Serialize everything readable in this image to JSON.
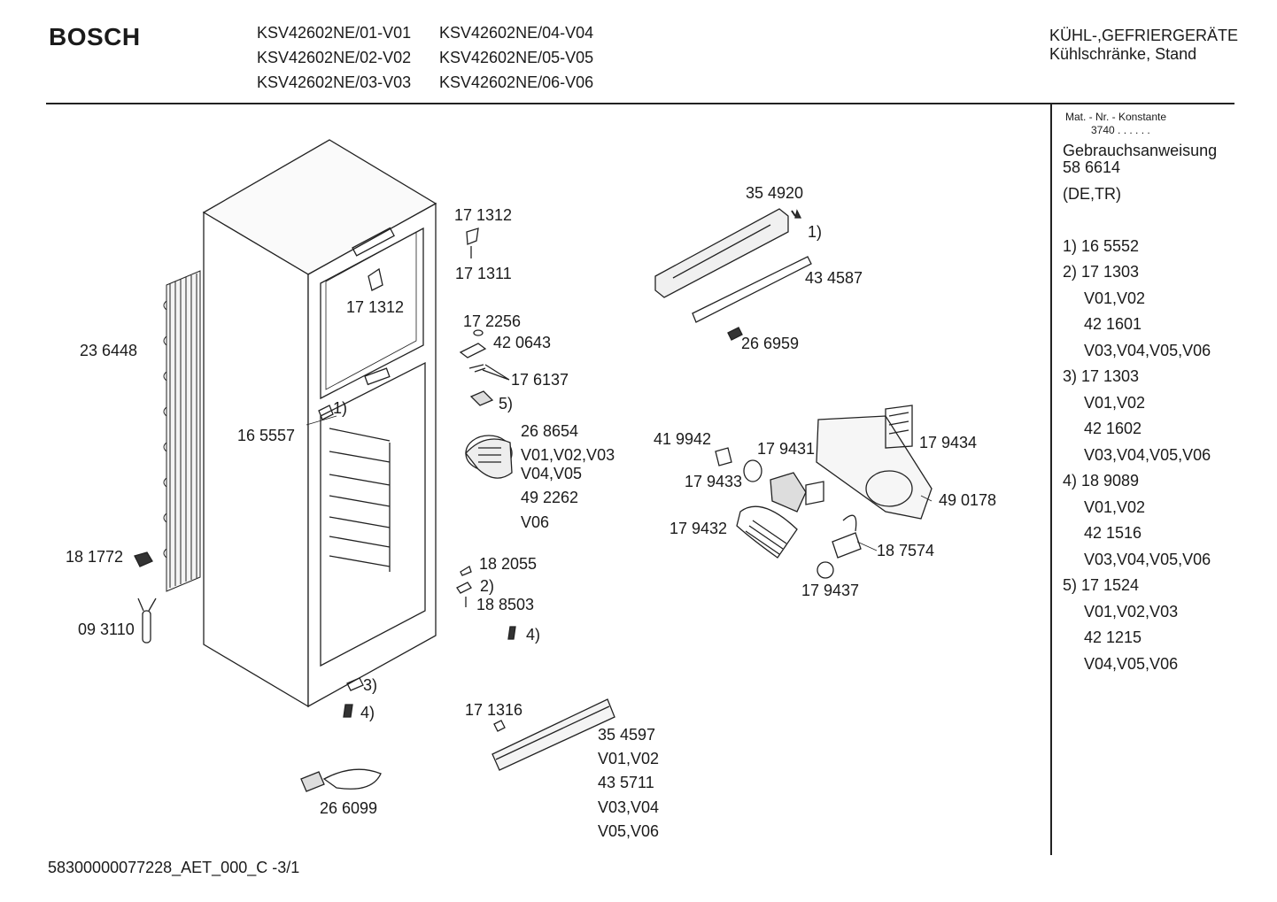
{
  "header": {
    "brand": "BOSCH",
    "models": [
      "KSV42602NE/01-V01",
      "KSV42602NE/02-V02",
      "KSV42602NE/03-V03",
      "KSV42602NE/04-V04",
      "KSV42602NE/05-V05",
      "KSV42602NE/06-V06"
    ],
    "category_line1": "KÜHL-,GEFRIERGERÄTE",
    "category_line2": "Kühlschränke, Stand"
  },
  "sidebar": {
    "mat_label": "Mat. - Nr. - Konstante",
    "mat_value": "3740  .  .  .  .  .  .",
    "manual_title": "Gebrauchsanweisung",
    "manual_number": "58 6614",
    "manual_lang": "(DE,TR)",
    "footnotes": [
      "1)  16 5552",
      "2)  17 1303",
      "V01,V02",
      "42 1601",
      "V03,V04,V05,V06",
      "3)  17 1303",
      "V01,V02",
      "42 1602",
      "V03,V04,V05,V06",
      "4)  18 9089",
      "V01,V02",
      "42 1516",
      "V03,V04,V05,V06",
      "5)  17 1524",
      "V01,V02,V03",
      "42 1215",
      "V04,V05,V06"
    ]
  },
  "labels": {
    "p236448": "23 6448",
    "p165557": "16 5557",
    "p181772": "18 1772",
    "p093110": "09 3110",
    "p171312a": "17 1312",
    "p171311": "17 1311",
    "p171312b": "17 1312",
    "p172256": "17 2256",
    "p420643": "42 0643",
    "p176137": "17 6137",
    "n5": "5)",
    "n1a": "1)",
    "p268654": "26 8654",
    "v123": "V01,V02,V03",
    "v45": "V04,V05",
    "p492262": "49 2262",
    "v06": "V06",
    "p182055": "18 2055",
    "n2": "2)",
    "p188503": "18 8503",
    "n4a": "4)",
    "n3": "3)",
    "n4b": "4)",
    "p171316": "17 1316",
    "p354597": "35 4597",
    "v0102": "V01,V02",
    "p435711": "43 5711",
    "v0304": "V03,V04",
    "v0506": "V05,V06",
    "p266099": "26 6099",
    "p354920": "35 4920",
    "n1b": "1)",
    "p434587": "43 4587",
    "p266959": "26 6959",
    "p419942": "41 9942",
    "p179431": "17 9431",
    "p179434": "17 9434",
    "p179433": "17 9433",
    "p490178": "49 0178",
    "p179432": "17 9432",
    "p187574": "18 7574",
    "p179437": "17 9437"
  },
  "footer": {
    "code": "58300000077228_AET_000_C -3/1"
  }
}
